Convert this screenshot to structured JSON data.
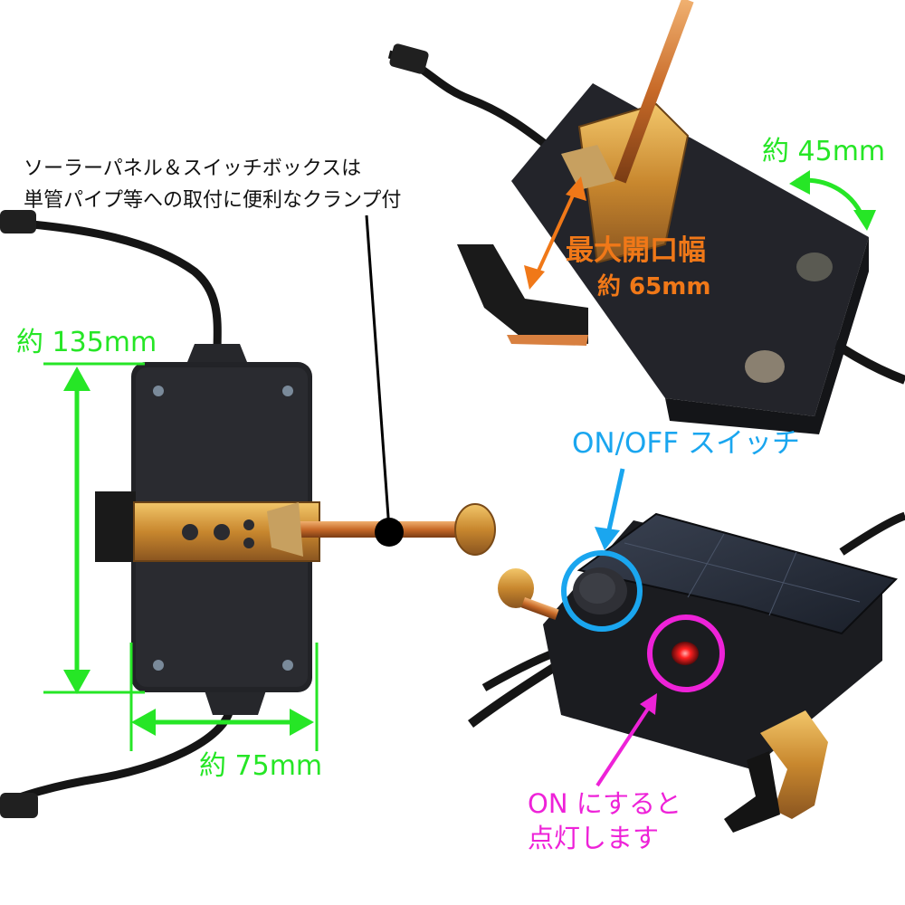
{
  "caption": {
    "line1": "ソーラーパネル＆スイッチボックスは",
    "line2": "単管パイプ等への取付に便利なクランプ付"
  },
  "dimensions": {
    "height": "約 135mm",
    "width": "約 75mm",
    "depth": "約 45mm",
    "opening_title": "最大開口幅",
    "opening_value": "約 65mm"
  },
  "switch": {
    "label": "ON/OFF スイッチ",
    "indicator_line1": "ON にすると",
    "indicator_line2": "点灯します"
  },
  "colors": {
    "dimension_green": "#26e626",
    "opening_orange": "#f07818",
    "switch_blue": "#1aa6ef",
    "indicator_magenta": "#ee22d8",
    "device_black": "#1e1f22",
    "clamp_brass": "#d89a3c"
  }
}
